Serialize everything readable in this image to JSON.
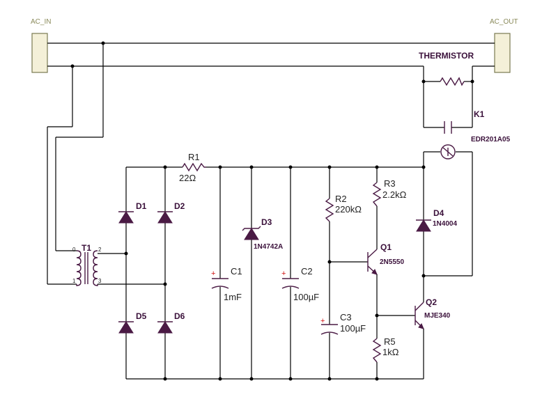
{
  "connectors": {
    "ac_in": "AC_IN",
    "ac_out": "AC_OUT"
  },
  "labels": {
    "thermistor": "THERMISTOR",
    "k1": "K1",
    "k1_part": "EDR201A05",
    "t1": "T1",
    "t1_pin0": "0",
    "t1_pin1": "1",
    "t1_pin2": "2",
    "t1_pin3": "3",
    "r1": "R1",
    "r1_val": "22Ω",
    "d1": "D1",
    "d2": "D2",
    "d3": "D3",
    "d3_part": "1N4742A",
    "d4": "D4",
    "d4_part": "1N4004",
    "d5": "D5",
    "d6": "D6",
    "c1": "C1",
    "c1_val": "1mF",
    "c2": "C2",
    "c2_val": "100µF",
    "c3": "C3",
    "c3_val": "100µF",
    "r2": "R2",
    "r2_val": "220kΩ",
    "r3": "R3",
    "r3_val": "2.2kΩ",
    "r5": "R5",
    "r5_val": "1kΩ",
    "q1": "Q1",
    "q1_part": "2N5550",
    "q2": "Q2",
    "q2_part": "MJE340"
  },
  "colors": {
    "wire": "#000000",
    "component": "#4a1a44",
    "polarity_mark": "#d01010",
    "connector_fill": "#f4f0d8"
  }
}
